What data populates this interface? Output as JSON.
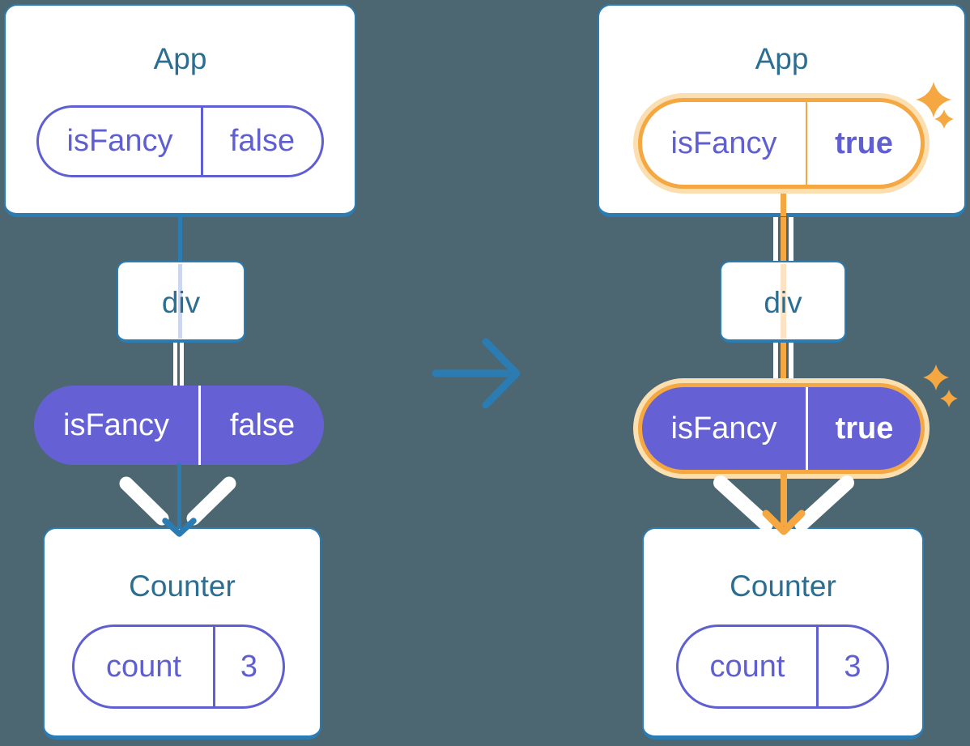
{
  "background_color": "#4C6771",
  "palette": {
    "card_border_blue": "#2B7CB3",
    "title_text_blue": "#2C6E92",
    "purple_outline": "#5F5FD2",
    "purple_fill": "#6561D5",
    "orange_highlight": "#F5A742",
    "orange_ring_light": "#FBDFB1",
    "orange_line_faint": "#FBE3C4",
    "lavender_line": "#CCD6EE",
    "white": "#FFFFFF"
  },
  "transition": {
    "arrow_icon": "right-arrow"
  },
  "panels": [
    {
      "state": "before",
      "app": {
        "title": "App",
        "prop_name": "isFancy",
        "prop_value": "false",
        "highlighted": false
      },
      "div_label": "div",
      "passed_prop_name": "isFancy",
      "passed_prop_value": "false",
      "counter": {
        "title": "Counter",
        "state_name": "count",
        "state_value": "3"
      }
    },
    {
      "state": "after",
      "app": {
        "title": "App",
        "prop_name": "isFancy",
        "prop_value": "true",
        "highlighted": true
      },
      "div_label": "div",
      "passed_prop_name": "isFancy",
      "passed_prop_value": "true",
      "counter": {
        "title": "Counter",
        "state_name": "count",
        "state_value": "3"
      }
    }
  ]
}
